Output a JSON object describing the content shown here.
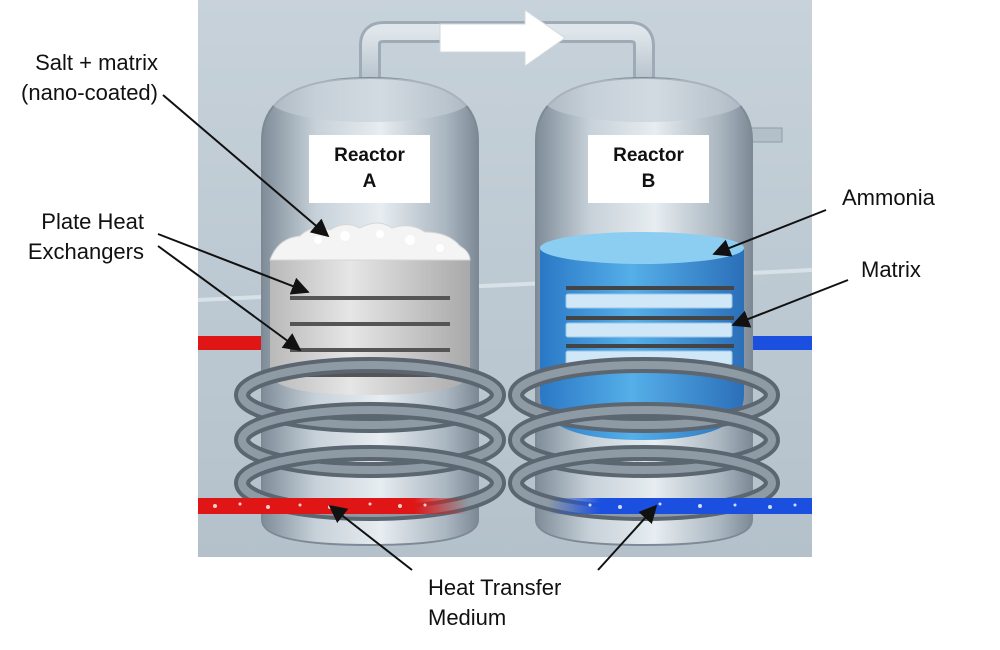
{
  "labels": {
    "salt_matrix_line1": "Salt + matrix",
    "salt_matrix_line2": "(nano-coated)",
    "plate_heat_line1": "Plate Heat",
    "plate_heat_line2": "Exchangers",
    "ammonia": "Ammonia",
    "matrix": "Matrix",
    "heat_transfer_line1": "Heat Transfer",
    "heat_transfer_line2": "Medium"
  },
  "reactors": {
    "a": {
      "line1": "Reactor",
      "line2": "A"
    },
    "b": {
      "line1": "Reactor",
      "line2": "B"
    }
  },
  "colors": {
    "hot_medium": "#e01515",
    "cold_medium": "#1a4fe0",
    "ammonia_fill": "#3f9de0",
    "salt_fill": "#d9d9d9",
    "vessel_steel": "#a9b7c3",
    "background_panel": "#c9d4dc"
  }
}
